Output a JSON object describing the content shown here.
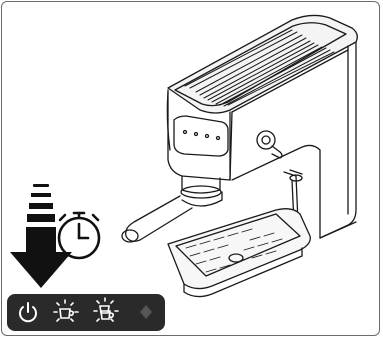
{
  "figure": {
    "illustration": "espresso-machine-line-art",
    "arrow": "down-arrow-press",
    "timer": "stopwatch-icon"
  },
  "control_panel": {
    "buttons": [
      {
        "icon": "power-icon",
        "state": "pressed"
      },
      {
        "icon": "single-cup-icon",
        "state": "blinking"
      },
      {
        "icon": "double-cup-icon",
        "state": "blinking"
      },
      {
        "icon": "steam-icon",
        "state": "off"
      }
    ]
  },
  "colors": {
    "line": "#1a1a1a",
    "panel": "#2a2a2a",
    "icon_on": "#ffffff",
    "icon_off": "#555555",
    "frame": "#6b6b6b"
  }
}
